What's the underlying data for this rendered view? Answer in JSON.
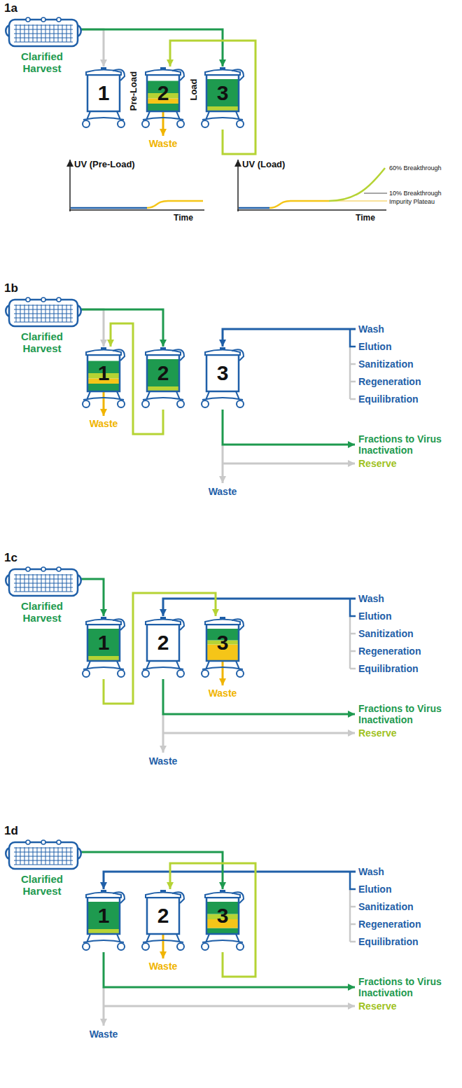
{
  "diagram": {
    "nodes": [
      {
        "text": [
          "Clarified Harvest"
        ]
      },
      {
        "text": [
          "1"
        ]
      },
      {
        "text": [
          "2"
        ]
      },
      {
        "text": [
          "3"
        ]
      },
      {
        "text": [
          "Clarified Harvest"
        ]
      },
      {
        "text": [
          "1"
        ]
      },
      {
        "text": [
          "2"
        ]
      },
      {
        "text": [
          "3"
        ]
      },
      {
        "text": [
          "Clarified Harvest"
        ]
      },
      {
        "text": [
          "1"
        ]
      },
      {
        "text": [
          "2"
        ]
      },
      {
        "text": [
          "3"
        ]
      },
      {
        "text": [
          "Clarified Harvest"
        ]
      },
      {
        "text": [
          "1"
        ]
      },
      {
        "text": [
          "2"
        ]
      },
      {
        "text": [
          "3"
        ]
      }
    ],
    "edges": [
      {
        "from": 0,
        "to": 1,
        "arrow": "to"
      },
      {
        "from": 0,
        "to": 3,
        "arrow": "to"
      },
      {
        "from": 3,
        "to": 2,
        "arrow": "to"
      },
      {
        "from": 4,
        "to": 5,
        "arrow": "to"
      },
      {
        "from": 4,
        "to": 6,
        "arrow": "to"
      },
      {
        "from": 6,
        "to": 5,
        "arrow": "to"
      },
      {
        "from": 8,
        "to": 9,
        "arrow": "to"
      },
      {
        "from": 9,
        "to": 11,
        "arrow": "to"
      },
      {
        "from": 12,
        "to": 15,
        "arrow": "to"
      },
      {
        "from": 15,
        "to": 14,
        "arrow": "to"
      }
    ],
    "labels": [
      "1a",
      "Pre-Load",
      "Load",
      "Waste",
      "UV (Pre-Load)",
      "Time",
      "UV (Load)",
      "Time",
      "60% Breakthrough",
      "10% Breakthrough",
      "Impurity Plateau",
      "1b",
      "Waste",
      "Wash",
      "Elution",
      "Sanitization",
      "Regeneration",
      "Equilibration",
      "Fractions to Virus Inactivation",
      "Reserve",
      "Waste",
      "1c",
      "Waste",
      "Wash",
      "Elution",
      "Sanitization",
      "Regeneration",
      "Equilibration",
      "Fractions to Virus Inactivation",
      "Reserve",
      "Waste",
      "1d",
      "Waste",
      "Wash",
      "Elution",
      "Sanitization",
      "Regeneration",
      "Equilibration",
      "Fractions to Virus Inactivation",
      "Reserve",
      "Waste"
    ]
  }
}
